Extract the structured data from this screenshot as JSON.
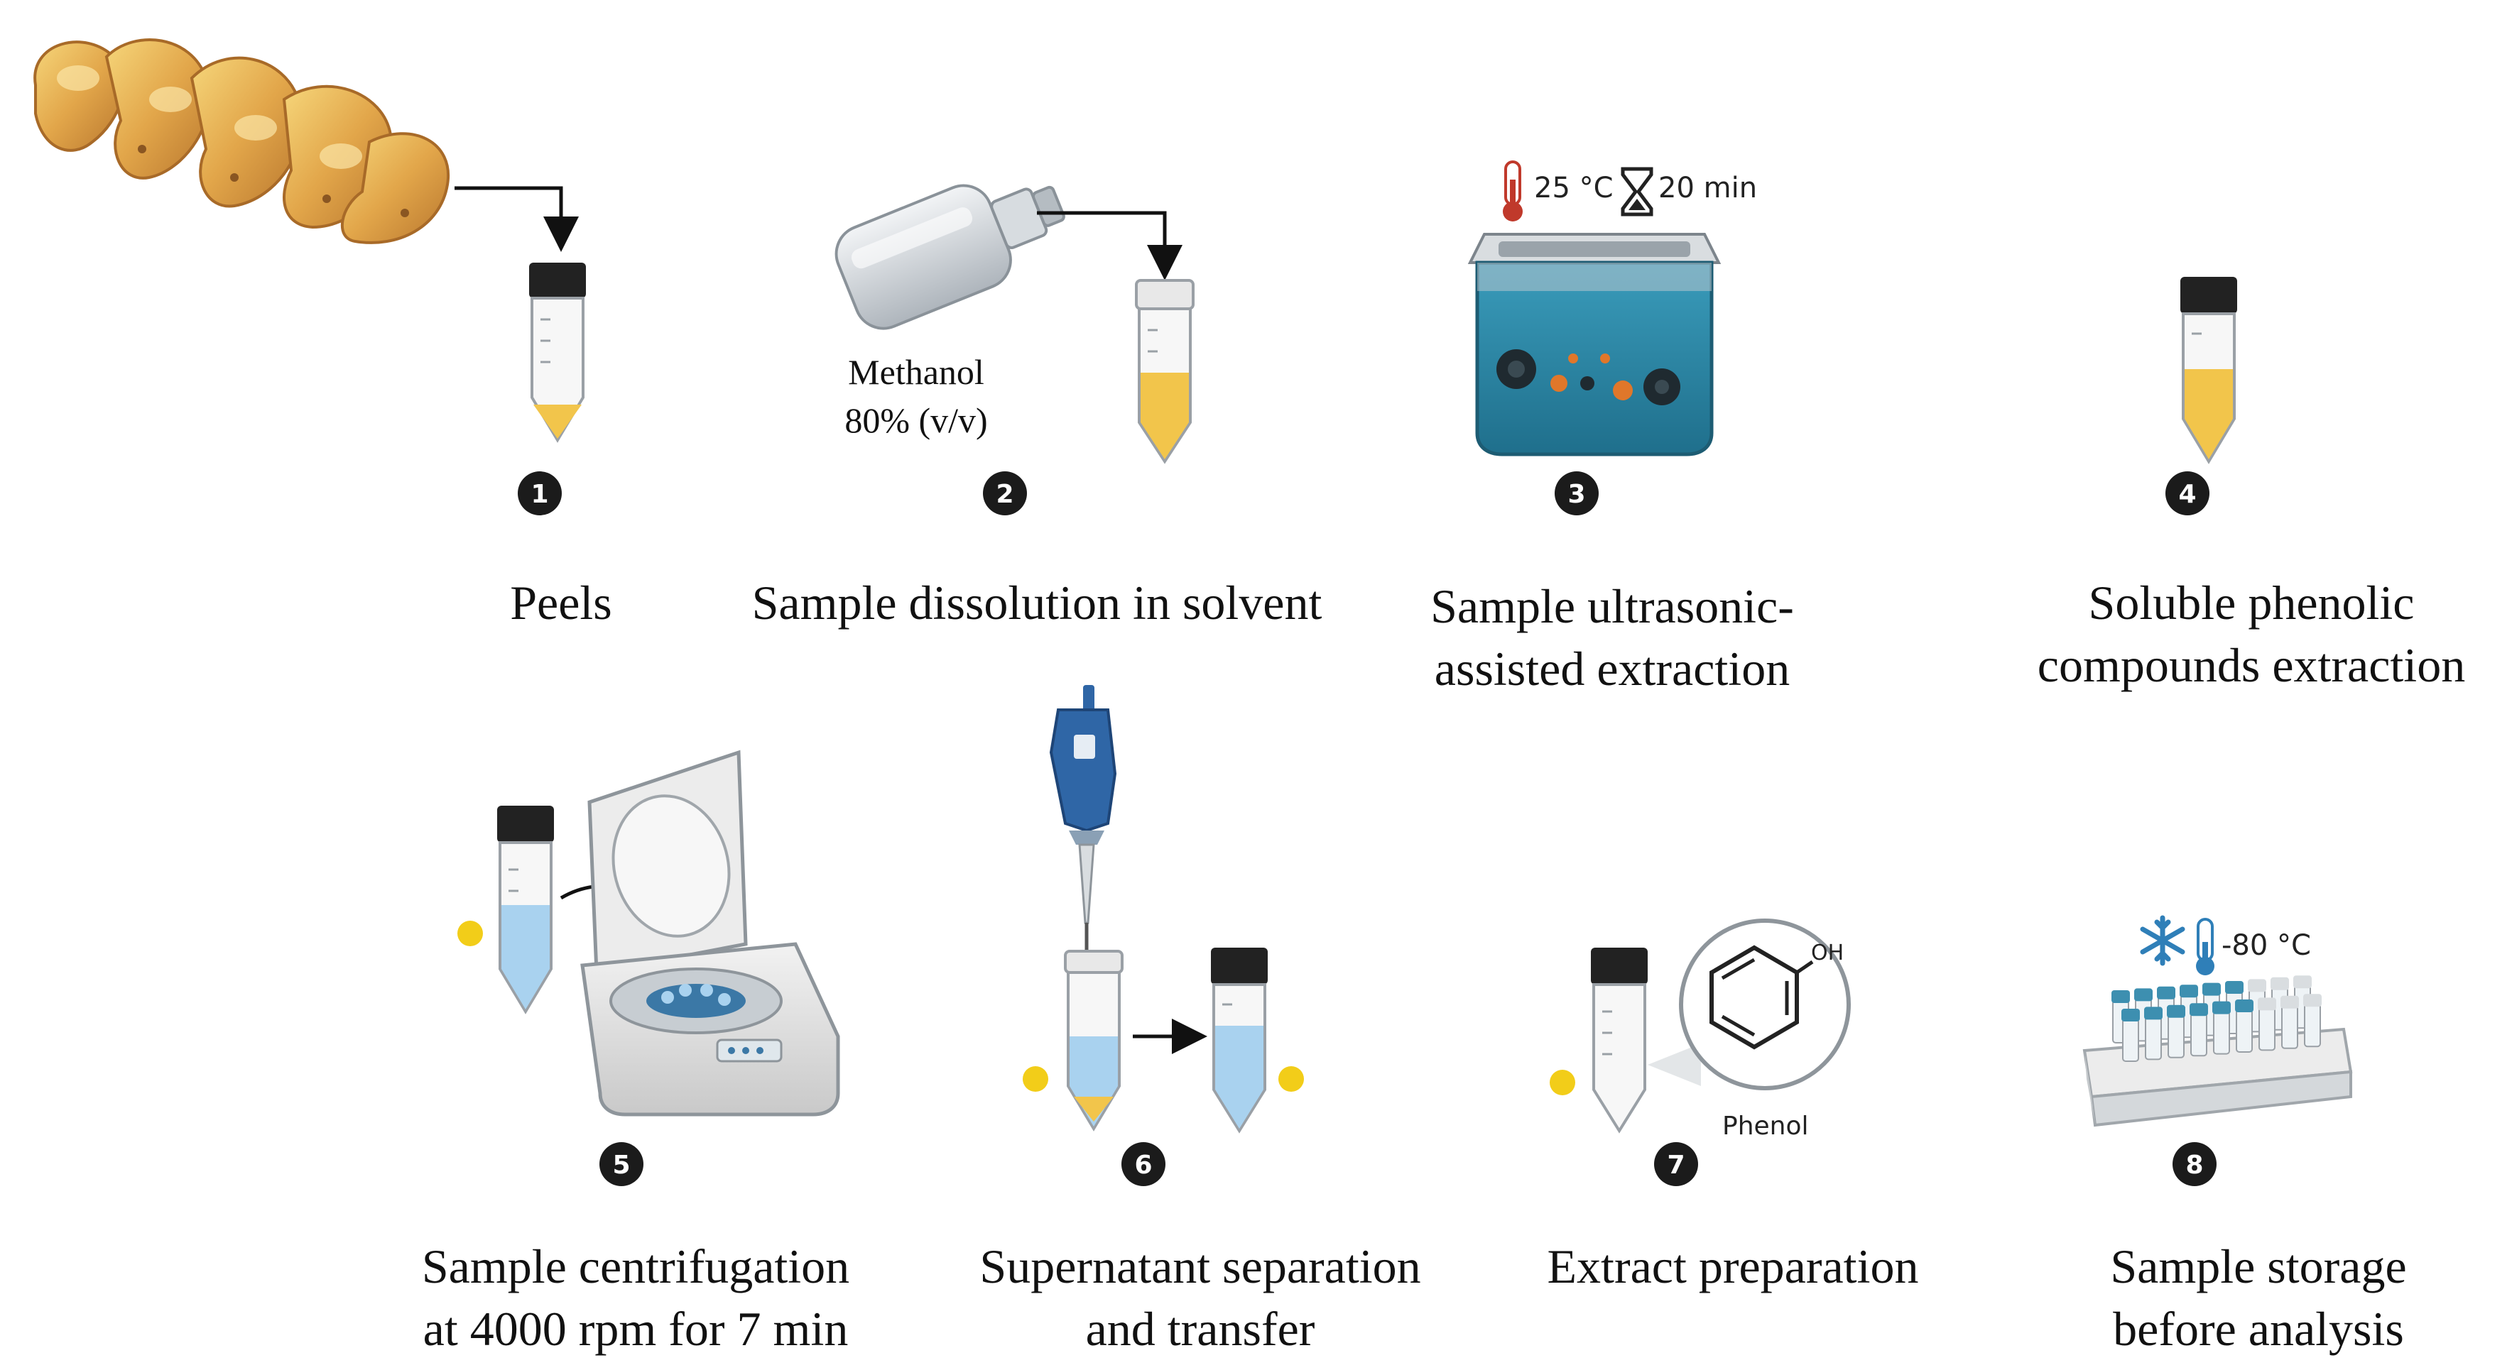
{
  "steps": [
    {
      "number": "1",
      "lines": [
        "Peels"
      ]
    },
    {
      "number": "2",
      "lines": [
        "Sample dissolution in solvent"
      ]
    },
    {
      "number": "3",
      "lines": [
        "Sample ultrasonic-",
        "assisted extraction"
      ]
    },
    {
      "number": "4",
      "lines": [
        "Soluble phenolic",
        "compounds extraction"
      ]
    },
    {
      "number": "5",
      "lines": [
        "Sample centrifugation",
        "at 4000 rpm for 7 min"
      ]
    },
    {
      "number": "6",
      "lines": [
        "Supernatant separation",
        "and transfer"
      ]
    },
    {
      "number": "7",
      "lines": [
        "Extract preparation"
      ]
    },
    {
      "number": "8",
      "lines": [
        "Sample storage",
        "before analysis"
      ]
    }
  ],
  "solvent": {
    "name": "Methanol",
    "concentration": "80% (v/v)"
  },
  "ultrasonic": {
    "temperature": "25 °C",
    "time": "20 min"
  },
  "storage": {
    "temperature": "-80 °C"
  },
  "molecule": {
    "name": "Phenol",
    "group": "OH"
  },
  "colors": {
    "extract": "#f2c54b",
    "supernatant": "#a9d2ef",
    "marker_dot": "#f2cd19",
    "badge": "#1b1b1b",
    "bath_panel": "#2f8aa6",
    "pipette": "#2f66a6",
    "cap": "#222222"
  },
  "icons": [
    "potato-peel-icon",
    "solvent-bottle-icon",
    "thermometer-icon",
    "hourglass-icon",
    "ultrasonic-bath-icon",
    "centrifuge-icon",
    "pipette-icon",
    "snowflake-icon",
    "sample-rack-icon",
    "phenol-structure-icon"
  ]
}
